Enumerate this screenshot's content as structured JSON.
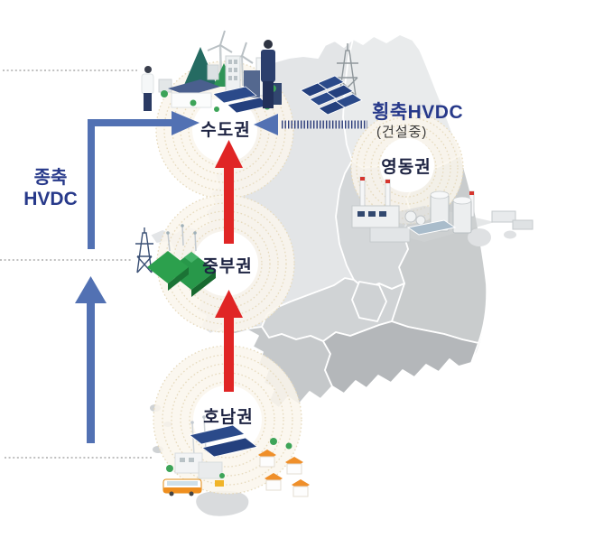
{
  "diagram": {
    "vertical_hvdc": {
      "line1": "종축",
      "line2": "HVDC"
    },
    "horizontal_hvdc": {
      "label": "횡축HVDC",
      "status": "(건설중)"
    },
    "regions": {
      "capital": {
        "label": "수도권"
      },
      "central": {
        "label": "중부권"
      },
      "honam": {
        "label": "호남권"
      },
      "yeongdong": {
        "label": "영동권"
      }
    },
    "colors": {
      "hvdc_blue_arrow": "#5271b3",
      "hvdc_navy_text": "#27398a",
      "flow_red_arrow": "#e02525",
      "region_label_text": "#1d2342",
      "construction_text": "#3a3a3a",
      "map_light_gray": "#e3e5e7",
      "map_dark_gray": "#b4b7ba",
      "ripple_cream": "#e6dabd",
      "guide_dotted_gray": "#9b9b9b"
    },
    "icons": {
      "capital": "city-renewables-illustration",
      "central": "green-mountains-wind-tower-illustration",
      "honam": "solar-farm-village-illustration",
      "yeongdong": "thermal-power-plant-illustration",
      "midline": "solar-panels-transmission-tower-illustration"
    }
  }
}
